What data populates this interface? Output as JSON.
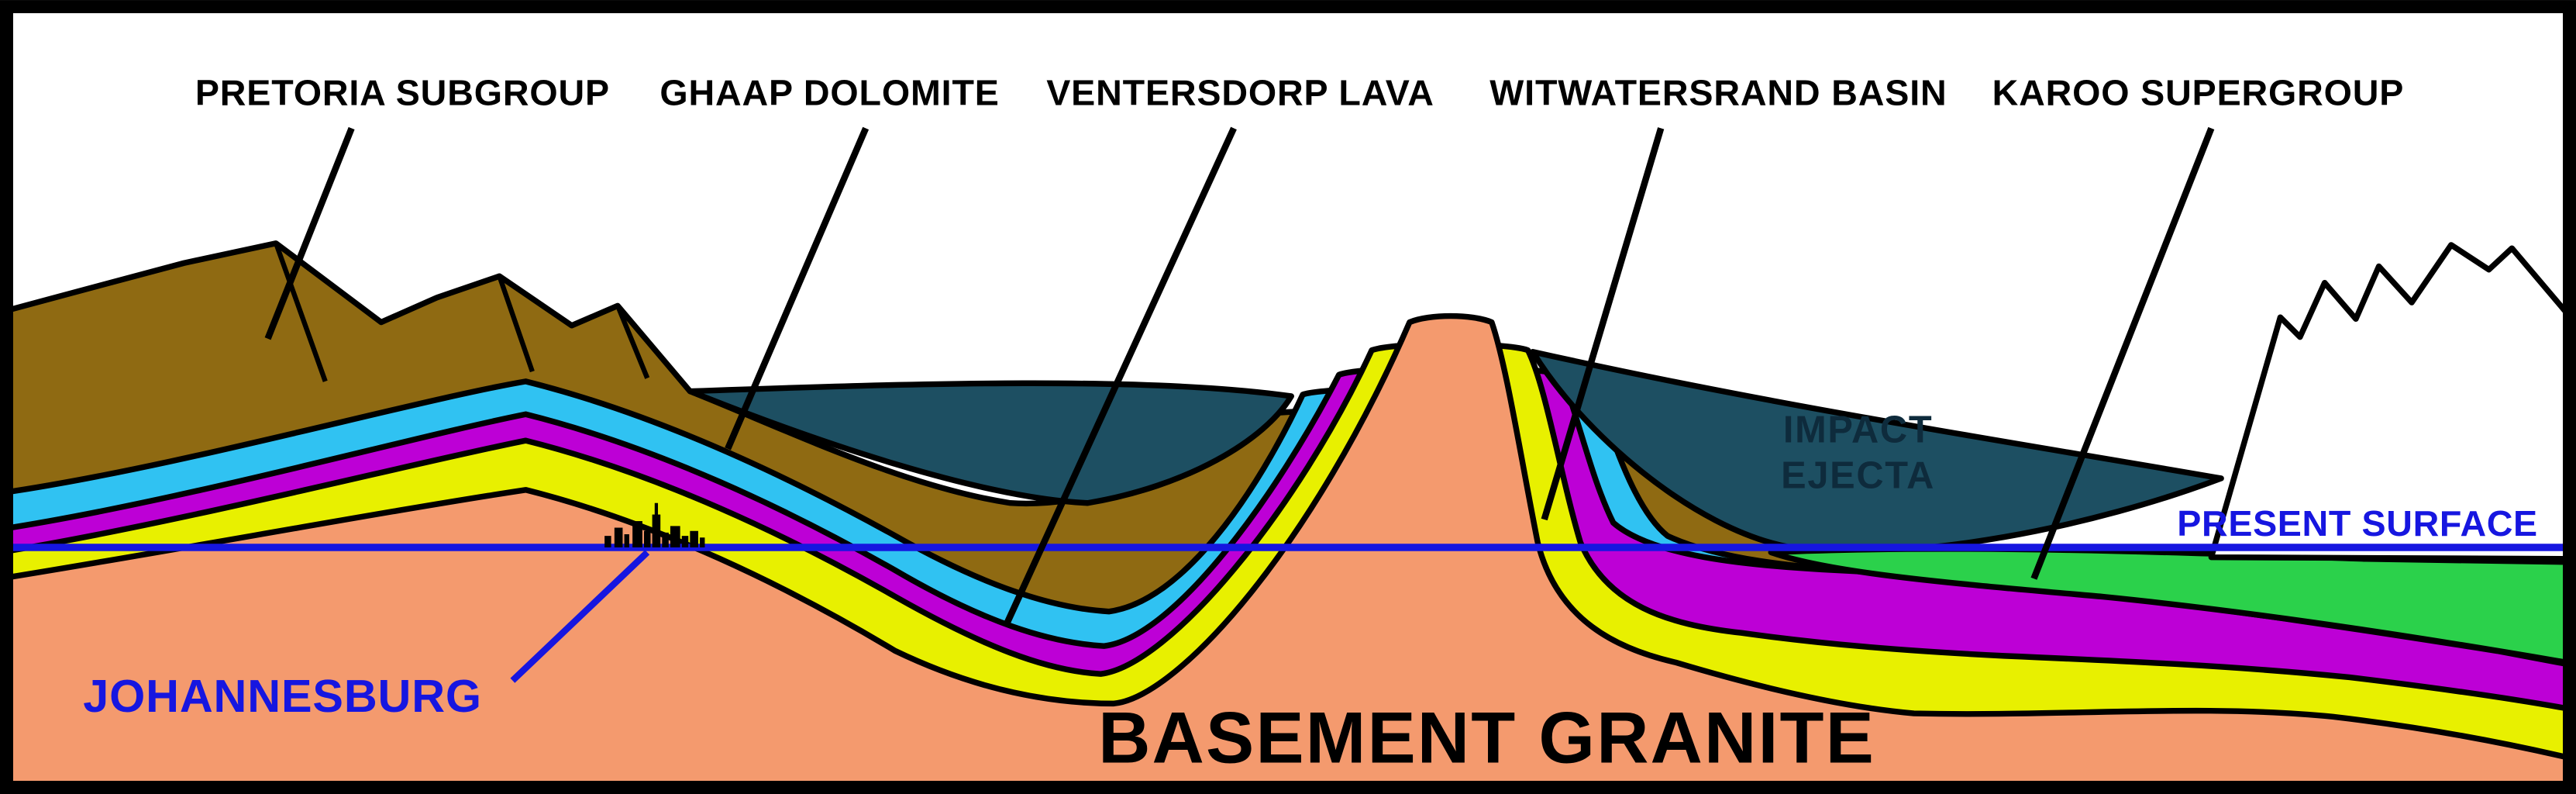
{
  "diagram": {
    "labels": {
      "pretoria": "PRETORIA SUBGROUP",
      "ghaap": "GHAAP DOLOMITE",
      "ventersdorp": "VENTERSDORP LAVA",
      "witwatersrand": "WITWATERSRAND BASIN",
      "karoo": "KAROO SUPERGROUP",
      "impact_line1": "IMPACT",
      "impact_line2": "EJECTA",
      "present_surface": "PRESENT SURFACE",
      "johannesburg": "JOHANNESBURG",
      "basement": "BASEMENT GRANITE"
    },
    "colors": {
      "pretoria_brown": "#8f6a12",
      "ghaap_cyan": "#30c2f2",
      "ventersdorp_magenta": "#bd00d6",
      "witwatersrand_yellow": "#e8f000",
      "karoo_green": "#2bd14b",
      "impact_ejecta_teal": "#1d4f62",
      "basement_salmon": "#f49a6e",
      "annotation_blue": "#1616e0",
      "outline_black": "#000000",
      "impact_text": "#0e2b3c"
    }
  }
}
